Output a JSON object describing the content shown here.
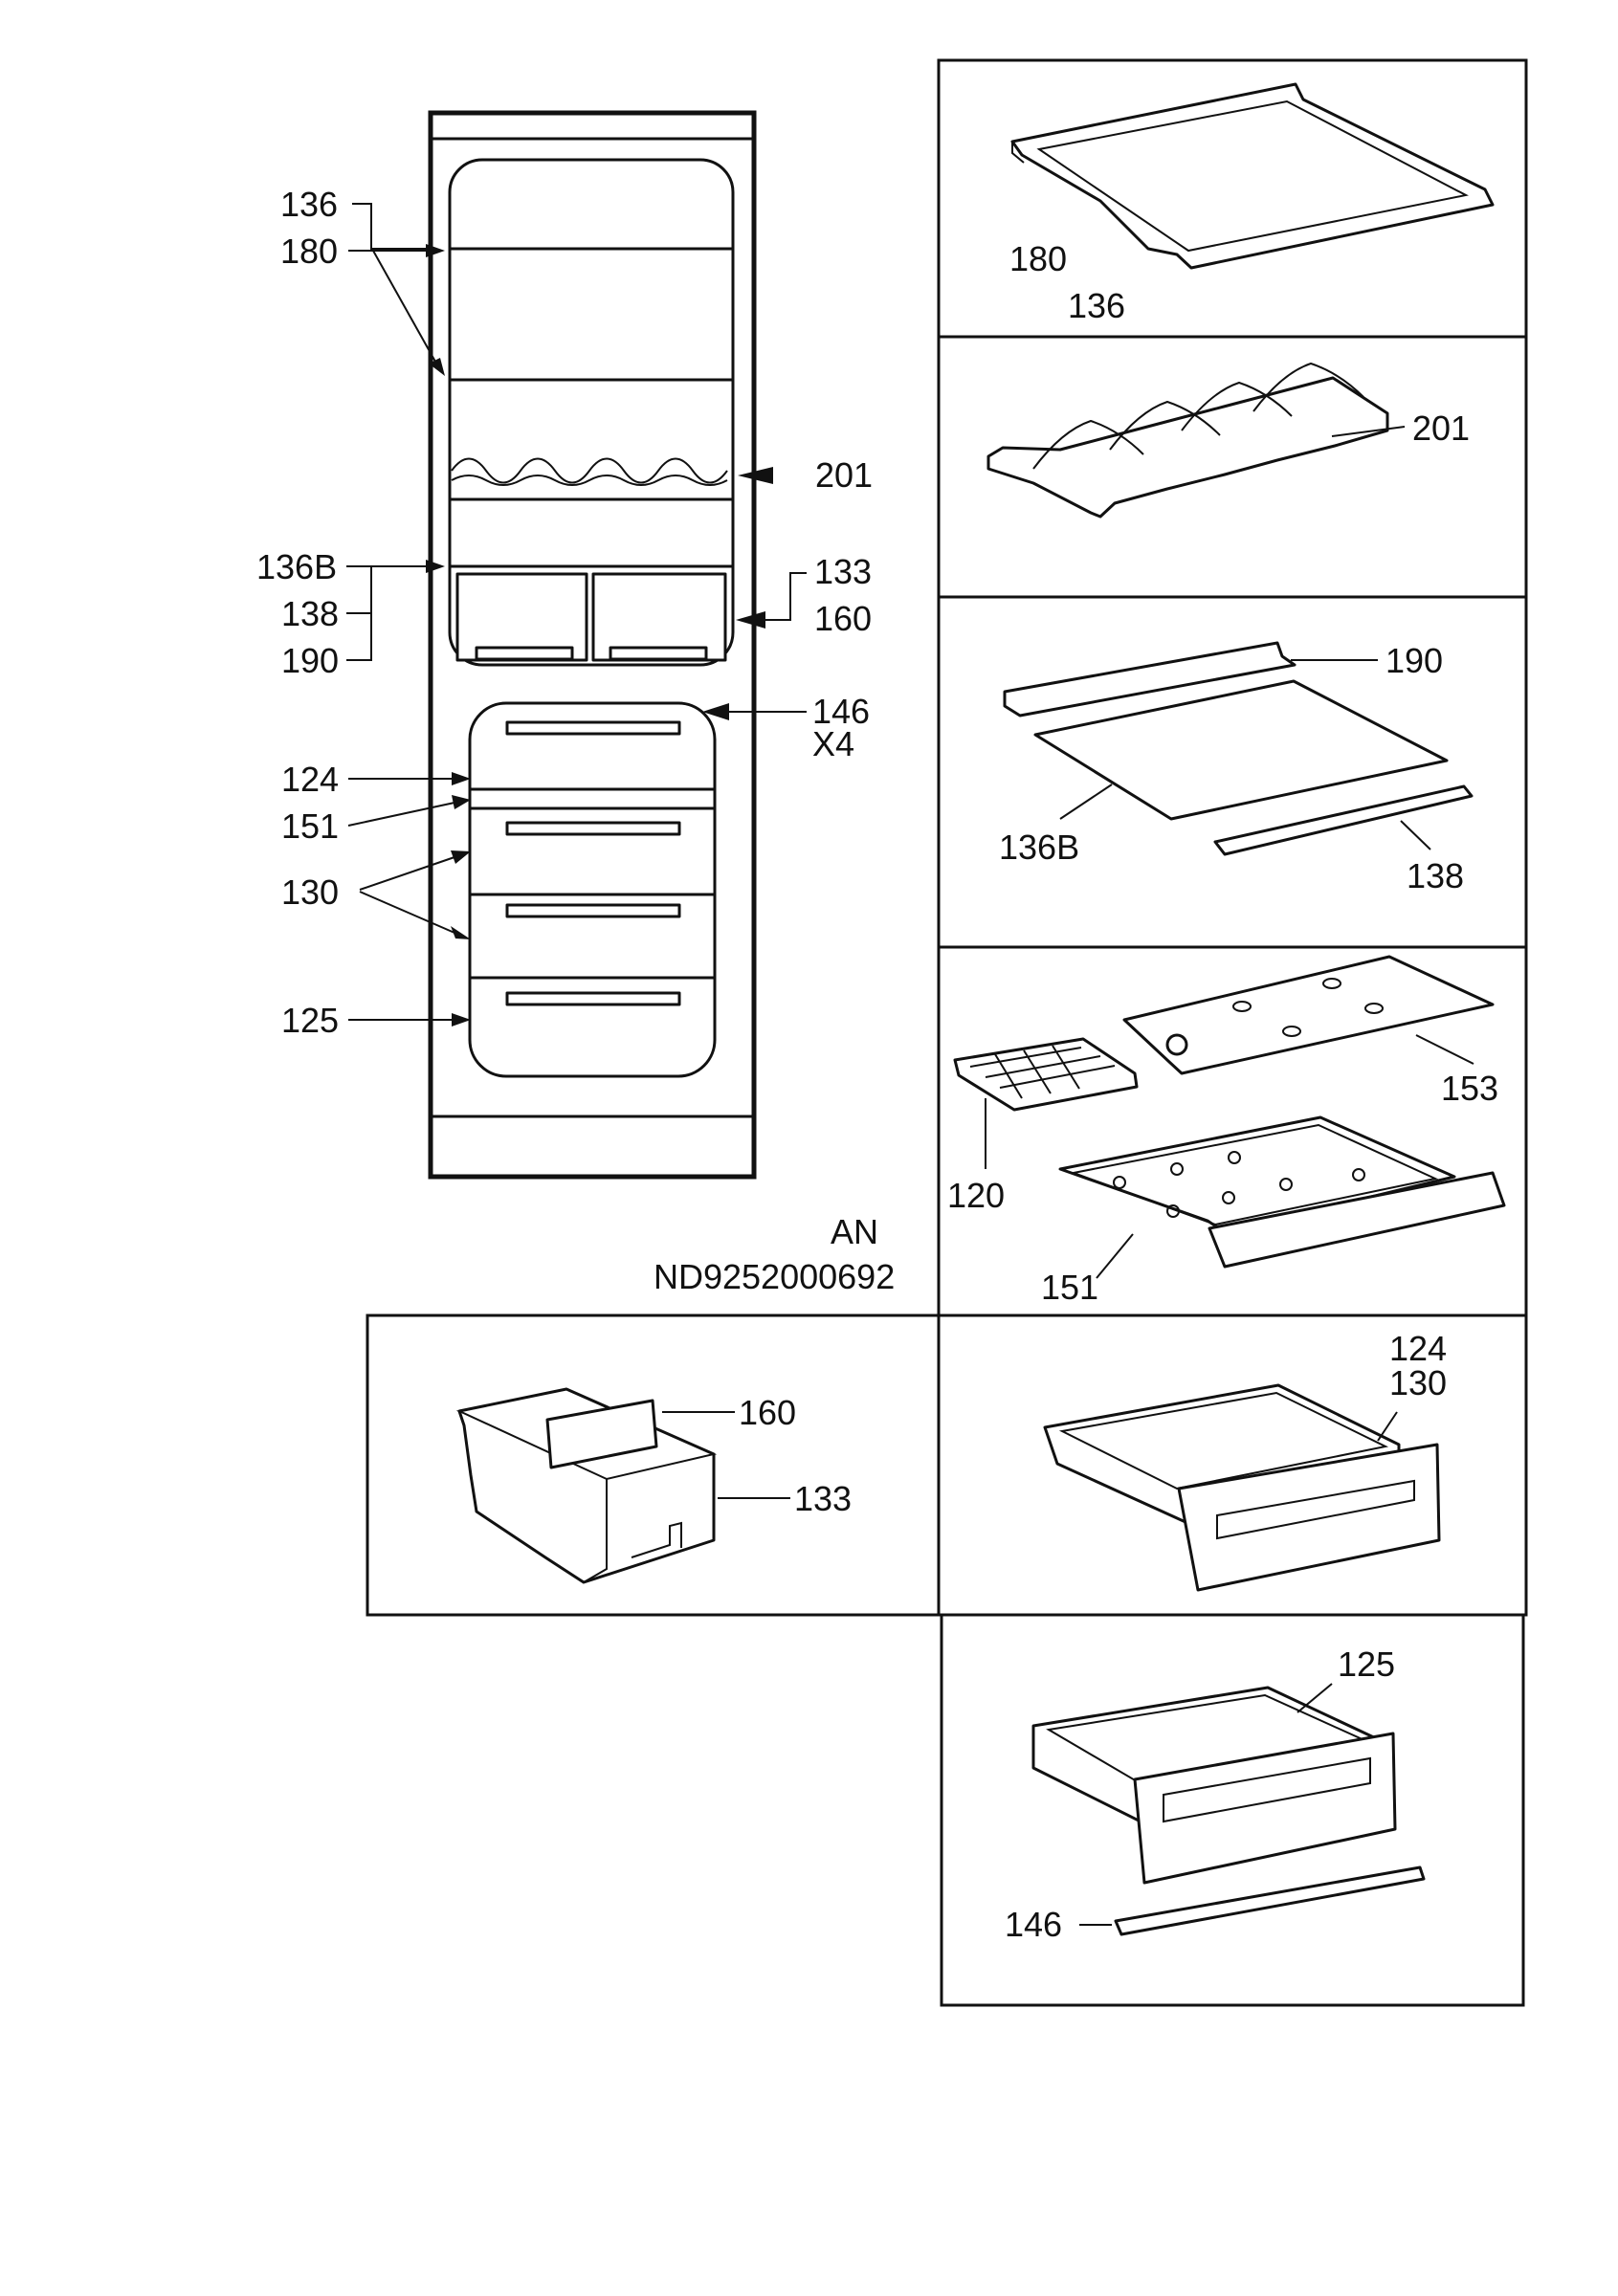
{
  "overview": {
    "labels": {
      "l136": "136",
      "l180": "180",
      "l201": "201",
      "l136B": "136B",
      "l138": "138",
      "l190": "190",
      "l133": "133",
      "l160": "160",
      "l146": "146",
      "lx4": "X4",
      "l124": "124",
      "l151": "151",
      "l130": "130",
      "l125": "125"
    },
    "code_an": "AN",
    "code_nd": "ND9252000692"
  },
  "panels": {
    "glass_shelf": {
      "l180": "180",
      "l136": "136"
    },
    "bottle_rack": {
      "l201": "201"
    },
    "shelf_set": {
      "l190": "190",
      "l136B": "136B",
      "l138": "138"
    },
    "freezer_tray": {
      "l153": "153",
      "l120": "120",
      "l151": "151"
    },
    "box": {
      "l160": "160",
      "l133": "133"
    },
    "drawer": {
      "l124": "124",
      "l130": "130"
    },
    "bottom_drawer": {
      "l125": "125",
      "l146": "146"
    }
  },
  "colors": {
    "ink": "#111111",
    "paper": "#ffffff"
  }
}
